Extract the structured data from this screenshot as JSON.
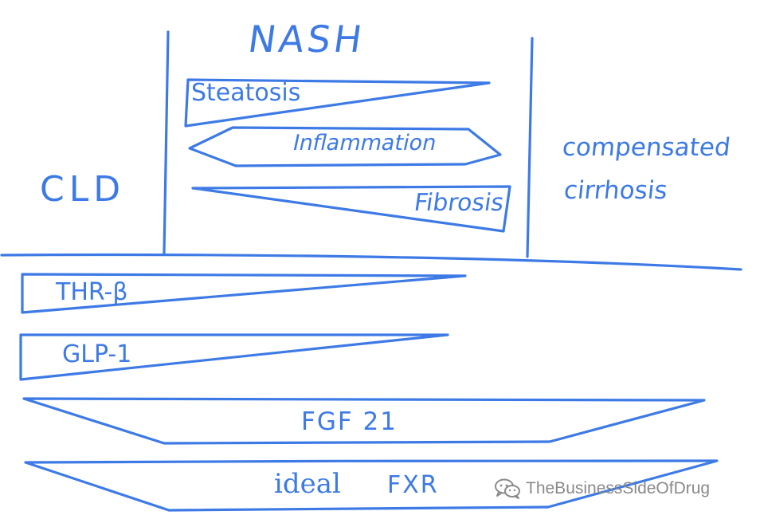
{
  "diagram": {
    "stage_header": "NASH",
    "left_stage": "CLD",
    "right_stage_line1": "compensated",
    "right_stage_line2": "cirrhosis",
    "features": {
      "steatosis": "Steatosis",
      "inflammation": "Inflammation",
      "fibrosis": "Fibrosis"
    },
    "therapies": {
      "thr_beta": "THR-β",
      "glp1": "GLP-1",
      "fgf21": "FGF 21",
      "ideal": "ideal",
      "fxr": "FXR"
    }
  },
  "watermark": {
    "text": "TheBusinessSideOfDrug",
    "icon": "wechat-icon"
  },
  "colors": {
    "ink": "#3d7ae6",
    "watermark": "#8a8a8a"
  }
}
